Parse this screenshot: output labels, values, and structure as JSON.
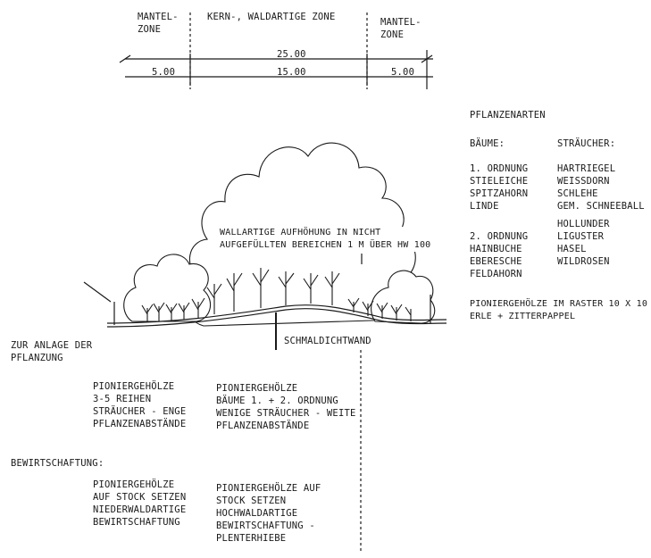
{
  "zones": {
    "left_mantle": "MANTEL-\nZONE",
    "core": "KERN-, WALDARTIGE ZONE",
    "right_mantle": "MANTEL-\nZONE"
  },
  "dimensions": {
    "total": "25.00",
    "left": "5.00",
    "middle": "15.00",
    "right": "5.00"
  },
  "section": {
    "embankment_note": "WALLARTIGE AUFHÖHUNG IN NICHT\nAUFGEFÜLLTEN BEREICHEN 1 m über HW 100",
    "cutoff_wall": "SCHMALDICHTWAND"
  },
  "plant_species": {
    "heading": "PFLANZENARTEN",
    "trees_heading": "BÄUME:",
    "trees_first_order_heading": "1. ORDNUNG",
    "trees_first_order": [
      "STIELEICHE",
      "SPITZAHORN",
      "LINDE"
    ],
    "trees_second_order_heading": "2. ORDNUNG",
    "trees_second_order": [
      "HAINBUCHE",
      "EBERESCHE",
      "FELDAHORN"
    ],
    "shrubs_heading": "STRÄUCHER:",
    "shrubs": [
      "HARTRIEGEL",
      "WEISSDORN",
      "SCHLEHE",
      "GEM. SCHNEEBALL",
      "HOLLUNDER",
      "LIGUSTER",
      "HASEL",
      "WILDROSEN"
    ],
    "pioneer_note": "PIONIERGEHÖLZE IM RASTER 10 x 10 m\nERLE + ZITTERPAPPEL"
  },
  "planting": {
    "heading": "ZUR ANLAGE DER\nPFLANZUNG",
    "mantle_text": "PIONIERGEHÖLZE\n3-5 REIHEN\nSTRÄUCHER - ENGE\nPFLANZENABSTÄNDE",
    "core_text": "PIONIERGEHÖLZE\nBÄUME 1. + 2. ORDNUNG\nWENIGE STRÄUCHER - WEITE\nPFLANZENABSTÄNDE"
  },
  "management": {
    "heading": "BEWIRTSCHAFTUNG:",
    "mantle_text": "PIONIERGEHÖLZE\nAUF STOCK SETZEN\nNIEDERWALDARTIGE\nBEWIRTSCHAFTUNG",
    "core_text": "PIONIERGEHÖLZE AUF\nSTOCK SETZEN\nHOCHWALDARTIGE\nBEWIRTSCHAFTUNG -\nPLENTERHIEBE"
  }
}
